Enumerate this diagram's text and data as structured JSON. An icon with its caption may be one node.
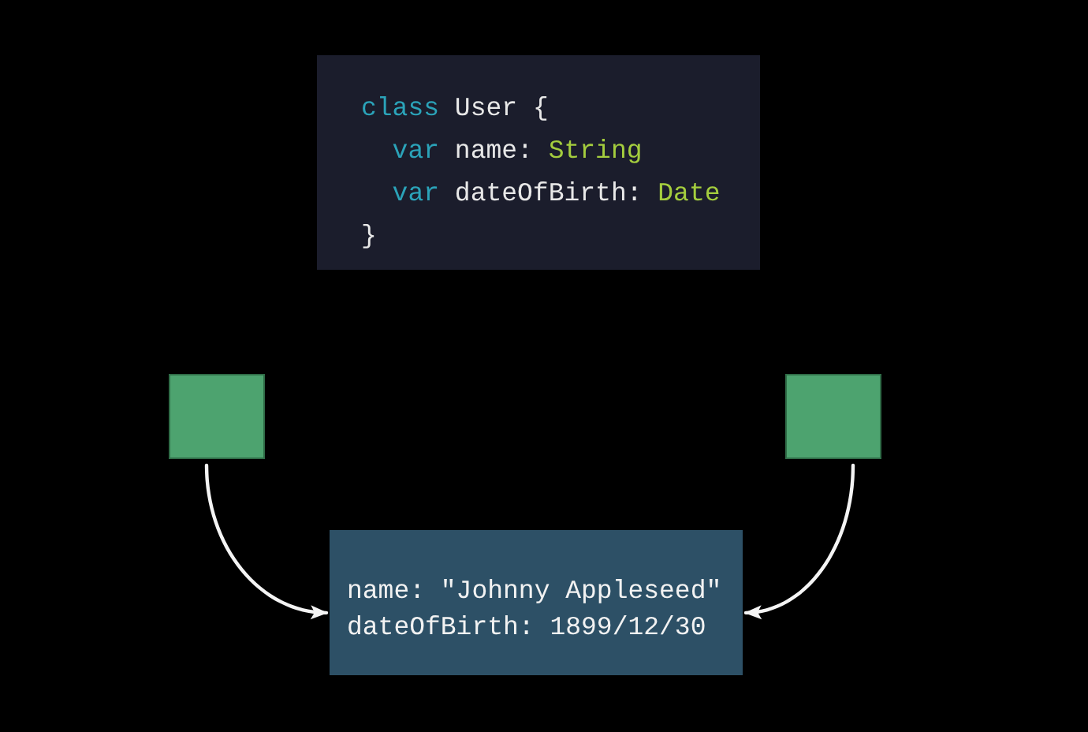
{
  "diagram": {
    "nodes": [
      {
        "text": [
          "class User {",
          "var name: String",
          "var dateOfBirth: Date",
          "}"
        ]
      },
      {
        "text": [],
        "shape": "box"
      },
      {
        "text": [],
        "shape": "box"
      },
      {
        "text": [
          "name: \"Johnny Appleseed\"",
          "dateOfBirth: 1899/12/30"
        ]
      }
    ],
    "edges": [
      {
        "from": 1,
        "to": 3,
        "arrow": "to"
      },
      {
        "from": 2,
        "to": 3,
        "arrow": "to"
      }
    ]
  }
}
